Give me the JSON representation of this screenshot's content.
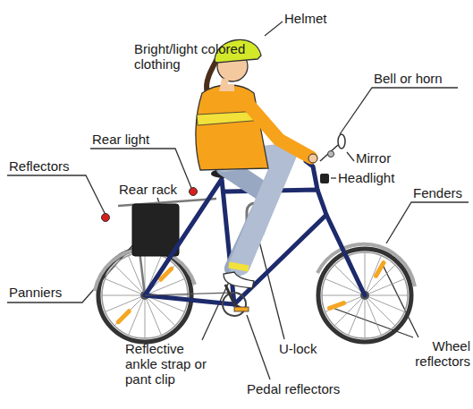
{
  "diagram": {
    "labels": [
      "Helmet",
      "Bright/light colored clothing",
      "Bell or horn",
      "Rear light",
      "Mirror",
      "Reflectors",
      "Headlight",
      "Rear rack",
      "Fenders",
      "Panniers",
      "Reflective ankle strap or pant clip",
      "U-lock",
      "Wheel reflectors",
      "Pedal reflectors"
    ]
  }
}
